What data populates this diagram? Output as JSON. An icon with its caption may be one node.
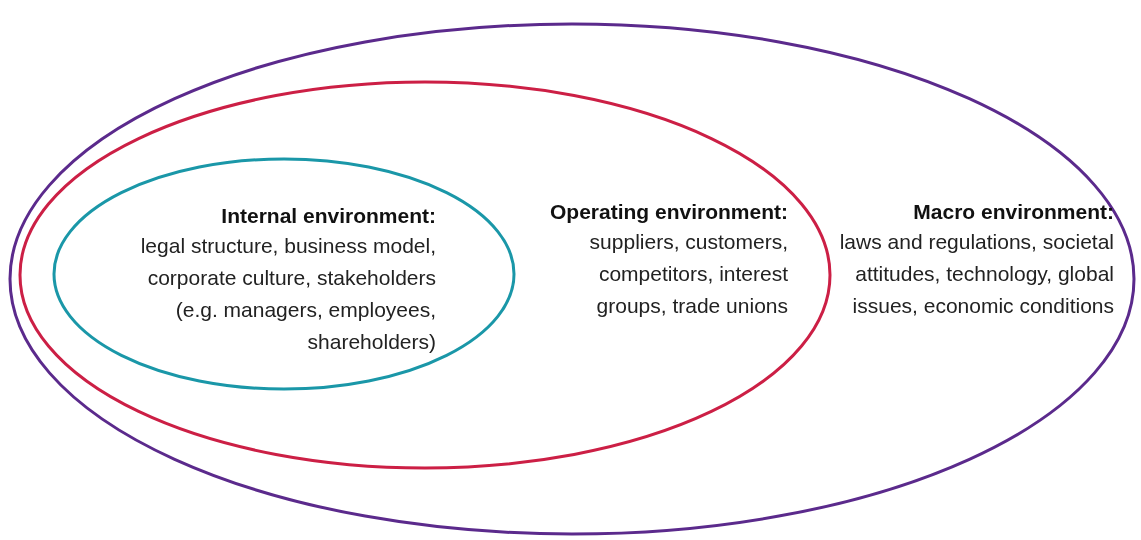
{
  "diagram": {
    "nodes": [
      {
        "text": [
          "Macro environment:",
          "laws and regulations, societal attitudes, technology, global issues, economic conditions"
        ]
      },
      {
        "text": [
          "Operating environment:",
          "suppliers, customers, competitors, interest groups, trade unions"
        ],
        "in": 0
      },
      {
        "text": [
          "Internal environment:",
          "legal structure, business model, corporate culture, stakeholders (e.g. managers, employees, shareholders)"
        ],
        "in": 1
      }
    ],
    "edges": []
  }
}
